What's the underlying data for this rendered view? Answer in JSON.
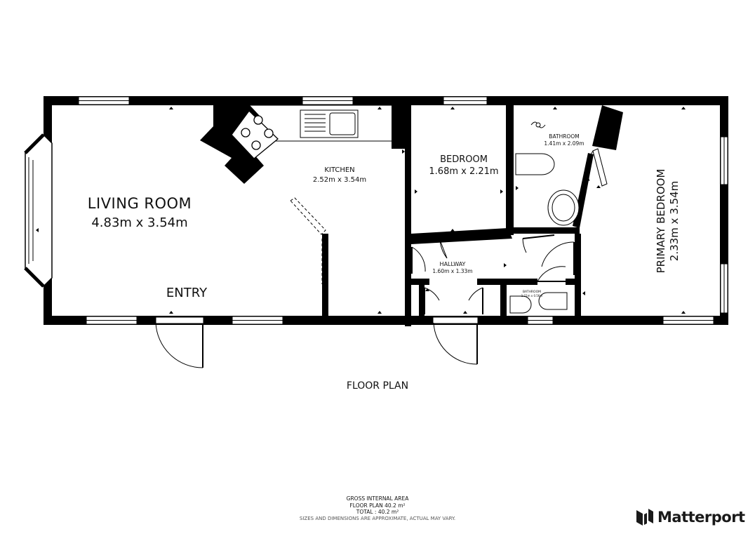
{
  "plan_title": "FLOOR PLAN",
  "rooms": {
    "living_room": {
      "name": "LIVING ROOM",
      "dims": "4.83m x 3.54m"
    },
    "entry": {
      "name": "ENTRY"
    },
    "kitchen": {
      "name": "KITCHEN",
      "dims": "2.52m x 3.54m"
    },
    "bedroom": {
      "name": "BEDROOM",
      "dims": "1.68m x 2.21m"
    },
    "bathroom_main": {
      "name": "BATHROOM",
      "dims": "1.41m x 2.09m"
    },
    "hallway": {
      "name": "HALLWAY",
      "dims": "1.60m x 1.33m"
    },
    "bathroom_small": {
      "name": "BATHROOM",
      "dims": "1.21m x 0.56m"
    },
    "primary_bedroom": {
      "name": "PRIMARY BEDROOM",
      "dims": "2.33m x 3.54m"
    }
  },
  "footer": {
    "line1": "GROSS INTERNAL AREA",
    "line2": "FLOOR PLAN 40.2 m²",
    "line3": "TOTAL :  40.2 m²",
    "note": "SIZES AND DIMENSIONS ARE APPROXIMATE, ACTUAL MAY VARY."
  },
  "brand": {
    "name": "Matterport",
    "icon": "matterport-logo-icon"
  },
  "colors": {
    "wall": "#000000",
    "background": "#ffffff",
    "text": "#111111"
  }
}
